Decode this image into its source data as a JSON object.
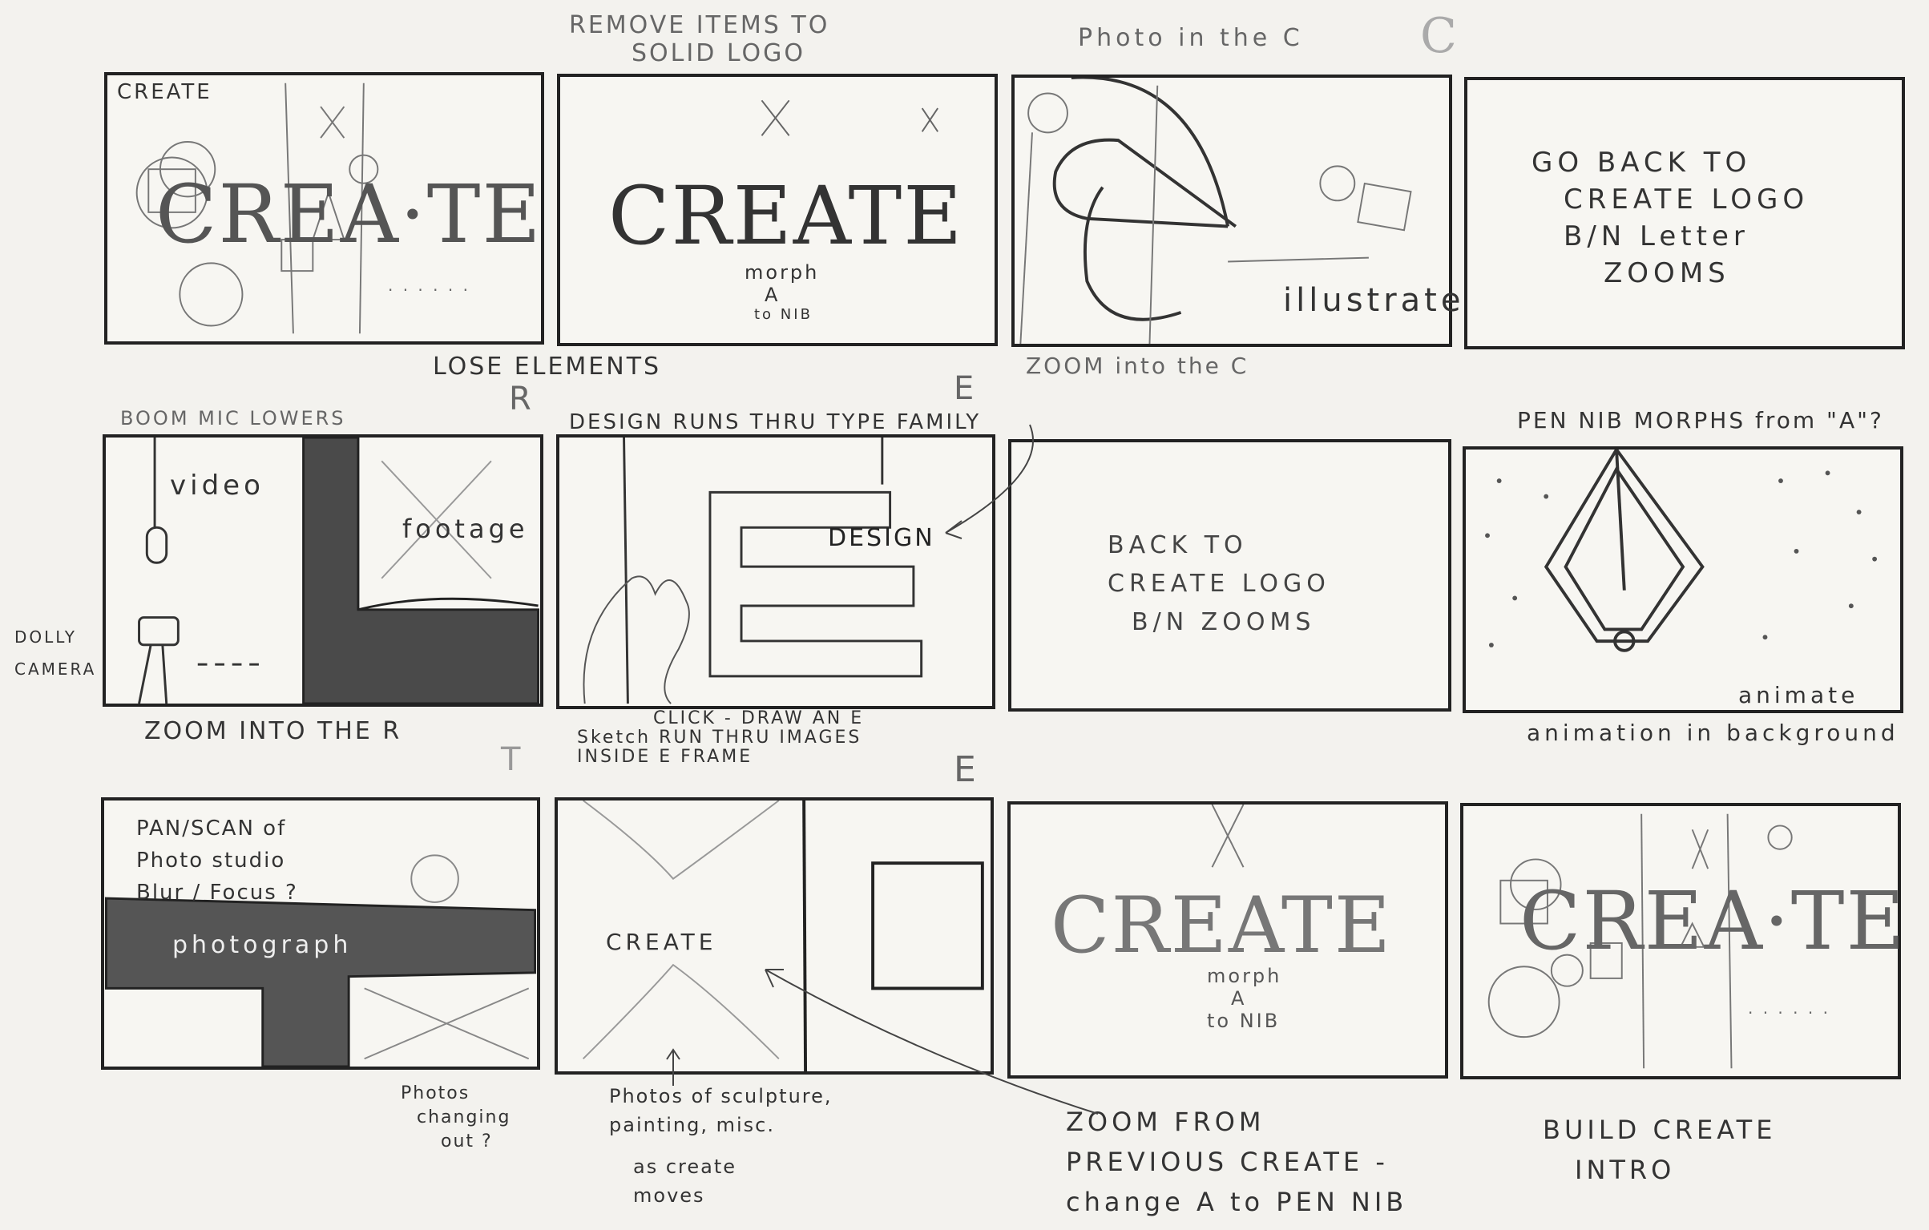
{
  "row1": {
    "p1": {
      "label": "CREATE"
    },
    "above2": {
      "line1": "REMOVE ITEMS TO",
      "line2": "SOLID LOGO"
    },
    "p2": {
      "word": "CREATE",
      "morph": "morph",
      "a": "A",
      "nib": "to NIB"
    },
    "above3": "Photo in the C",
    "above3_mark": "C",
    "p3": {
      "illustrate": "illustrate"
    },
    "p4": {
      "line1": "GO BACK TO",
      "line2": "CREATE LOGO",
      "line3": "B/N Letter",
      "line4": "ZOOMS"
    },
    "below2": "LOSE ELEMENTS",
    "below3": "ZOOM into the C"
  },
  "row2": {
    "above1": "BOOM MIC LOWERS",
    "mark_r": "R",
    "above2": "DESIGN RUNS THRU TYPE FAMILY",
    "mark_e": "E",
    "above4": "PEN NIB MORPHS from \"A\"?",
    "p1": {
      "video": "video",
      "footage": "footage",
      "dolly": "DOLLY",
      "camera": "CAMERA"
    },
    "p2": {
      "design": "DESIGN"
    },
    "p3": {
      "line1": "BACK TO",
      "line2": "CREATE LOGO",
      "line3": "B/N ZOOMS"
    },
    "p4": {
      "animate": "animate"
    },
    "below1": "ZOOM INTO THE R",
    "below2_line1": "CLICK - DRAW AN E",
    "below2_line2": "Sketch RUN THRU IMAGES",
    "below2_line3": "INSIDE E FRAME",
    "below4": "animation in background"
  },
  "row3": {
    "mark_t": "T",
    "mark_e": "E",
    "p1": {
      "line1": "PAN/SCAN of",
      "line2": "Photo studio",
      "line3": "Blur / Focus ?",
      "photograph": "photograph"
    },
    "p2": {
      "create": "CREATE"
    },
    "p3": {
      "word": "CREATE",
      "morph": "morph",
      "a": "A",
      "nib": "to NIB"
    },
    "below1": {
      "line1": "Photos",
      "line2": "changing",
      "line3": "out ?"
    },
    "below2": {
      "line1": "Photos of sculpture,",
      "line2": "painting, misc.",
      "line3": "as create",
      "line4": "moves"
    },
    "below3": {
      "line1": "ZOOM FROM",
      "line2": "PREVIOUS CREATE -",
      "line3": "change A to PEN NIB"
    },
    "below4": {
      "line1": "BUILD CREATE",
      "line2": "INTRO"
    }
  }
}
